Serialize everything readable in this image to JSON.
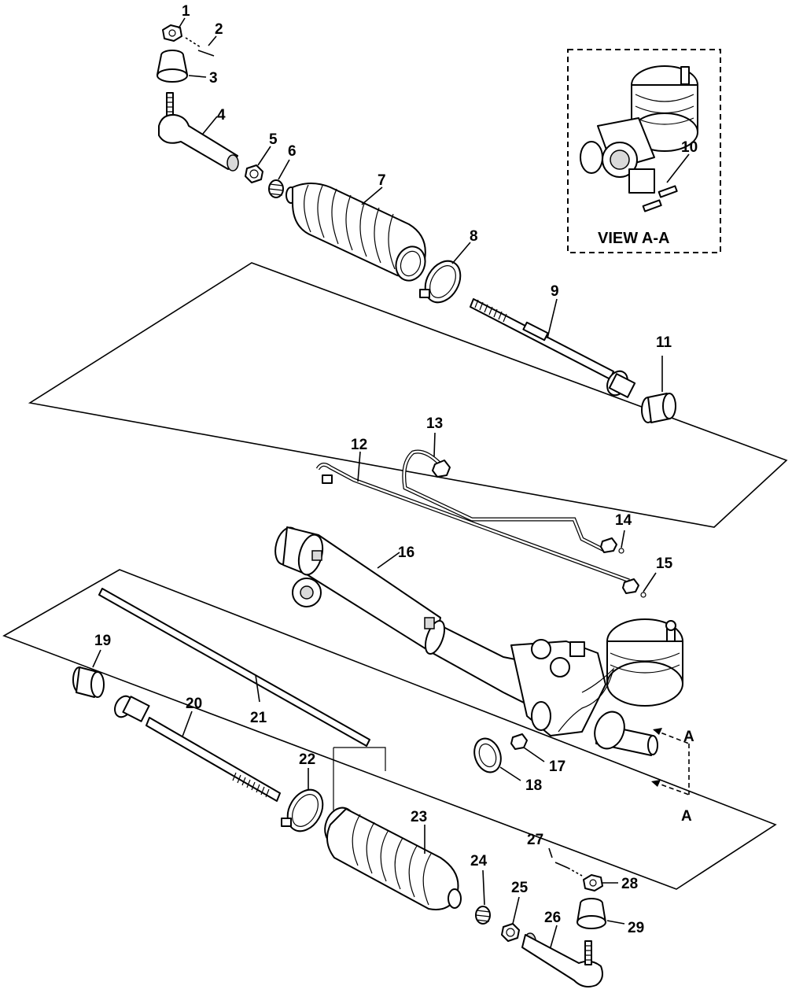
{
  "view_box_label": "VIEW A-A",
  "section_marker": "A",
  "callouts": [
    "1",
    "2",
    "3",
    "4",
    "5",
    "6",
    "7",
    "8",
    "9",
    "10",
    "11",
    "12",
    "13",
    "14",
    "15",
    "16",
    "17",
    "18",
    "19",
    "20",
    "21",
    "22",
    "23",
    "24",
    "25",
    "26",
    "27",
    "28",
    "29"
  ]
}
